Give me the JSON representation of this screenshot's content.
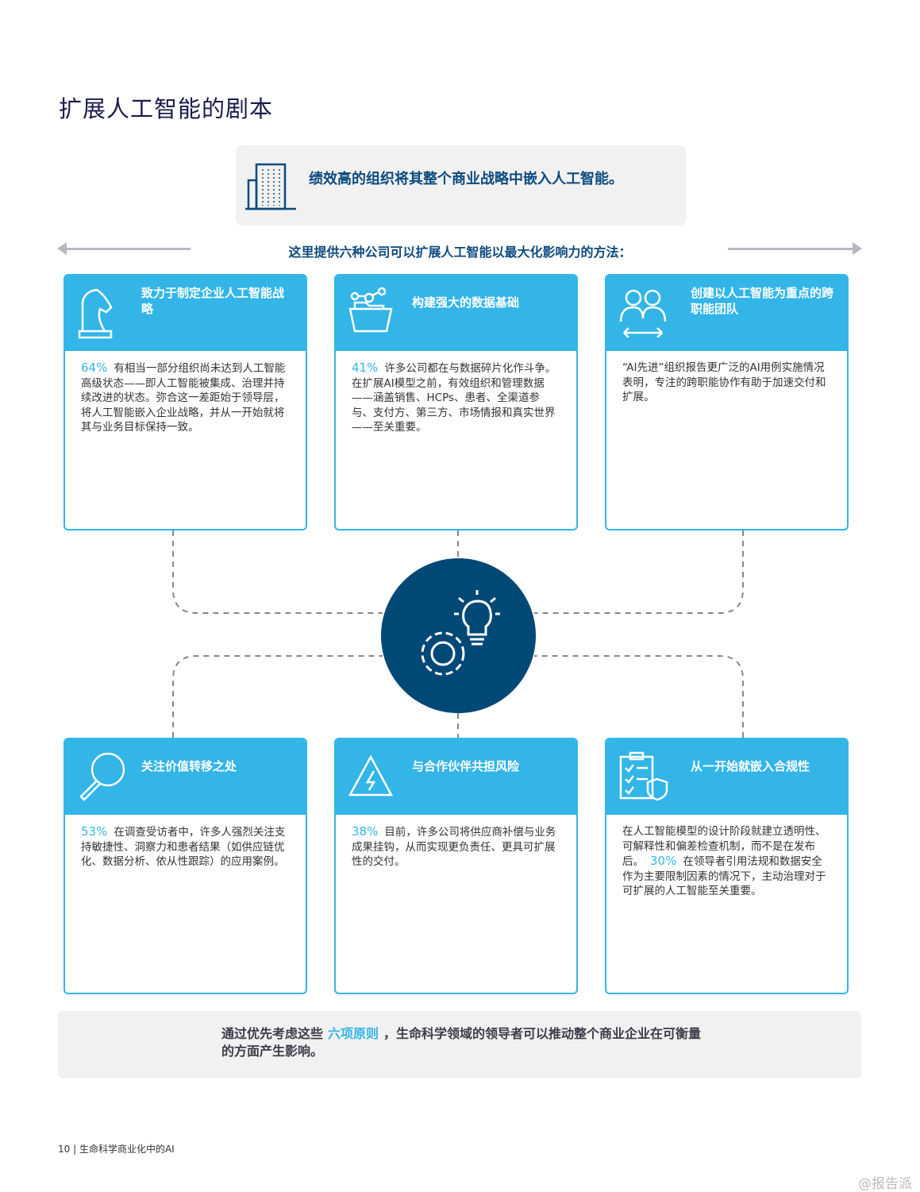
{
  "title": "扩展人工智能的剧本",
  "banner": {
    "text": "绩效高的组织将其整个商业战略中嵌入人工智能。",
    "icon": "building-icon"
  },
  "subtitle": "这里提供六种公司可以扩展人工智能以最大化影响力的方法：",
  "cards": [
    {
      "title": "致力于制定企业人工智能战略",
      "icon": "chess-knight-icon",
      "pct": "64%",
      "text": "有相当一部分组织尚未达到人工智能高级状态——即人工智能被集成、治理并持续改进的状态。弥合这一差距始于领导层，将人工智能嵌入企业战略，并从一开始就将其与业务目标保持一致。"
    },
    {
      "title": "构建强大的数据基础",
      "icon": "data-folder-icon",
      "pct": "41%",
      "text": "许多公司都在与数据碎片化作斗争。在扩展AI模型之前，有效组织和管理数据——涵盖销售、HCPs、患者、全渠道参与、支付方、第三方、市场情报和真实世界——至关重要。"
    },
    {
      "title": "创建以人工智能为重点的跨职能团队",
      "icon": "team-icon",
      "text": "“AI先进”组织报告更广泛的AI用例实施情况表明，专注的跨职能协作有助于加速交付和扩展。"
    },
    {
      "title": "关注价值转移之处",
      "icon": "magnifier-icon",
      "pct": "53%",
      "text": "在调查受访者中，许多人强烈关注支持敏捷性、洞察力和患者结果（如供应链优化、数据分析、依从性跟踪）的应用案例。"
    },
    {
      "title": "与合作伙伴共担风险",
      "icon": "warning-icon",
      "pct": "38%",
      "text": "目前，许多公司将供应商补偿与业务成果挂钩，从而实现更负责任、更具可扩展性的交付。"
    },
    {
      "title": "从一开始就嵌入合规性",
      "icon": "checklist-shield-icon",
      "text_before": "在人工智能模型的设计阶段就建立透明性、可解释性和偏差检查机制，而不是在发布后。",
      "pct": "30%",
      "text": "在领导者引用法规和数据安全作为主要限制因素的情况下，主动治理对于可扩展的人工智能至关重要。"
    }
  ],
  "center_icon": "gear-lightbulb-icon",
  "footer": {
    "before": "通过优先考虑这些",
    "highlight": "六项原则",
    "after": "，生命科学领域的领导者可以推动整个商业企业在可衡量的方面产生影响。"
  },
  "page_footer": "10 | 生命科学商业化中的AI",
  "watermark": "@报告派",
  "colors": {
    "accent": "#33b5e8",
    "navy": "#004876"
  }
}
